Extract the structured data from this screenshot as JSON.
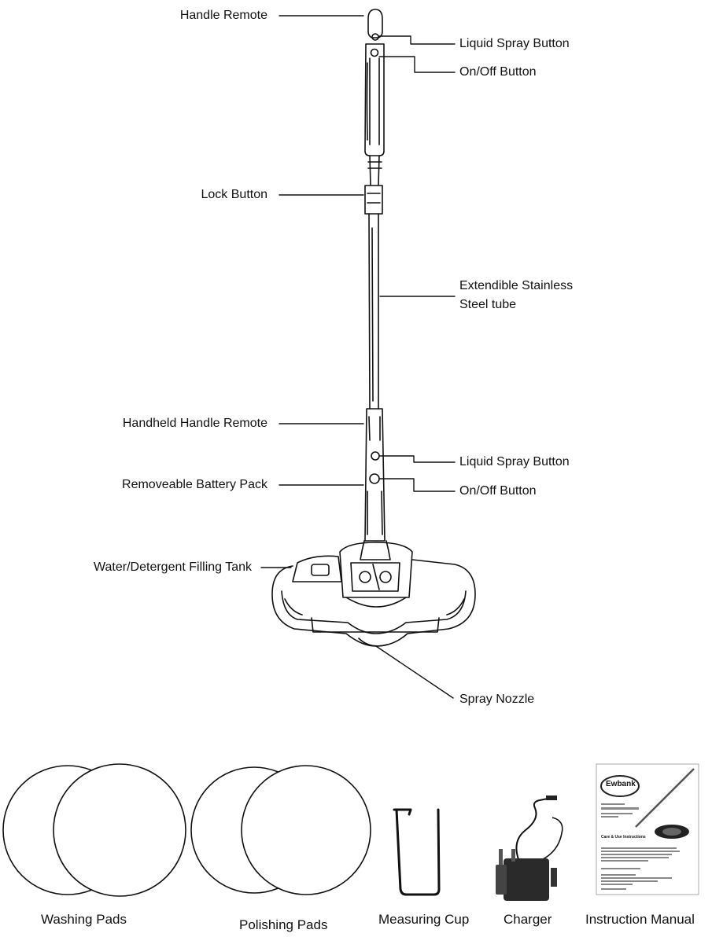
{
  "callouts": {
    "handle_remote": "Handle Remote",
    "liquid_spray_top": "Liquid Spray Button",
    "on_off_top": "On/Off Button",
    "lock_button": "Lock Button",
    "tube_line1": "Extendible Stainless",
    "tube_line2": "Steel tube",
    "handheld_remote": "Handheld Handle Remote",
    "liquid_spray_bottom": "Liquid Spray Button",
    "battery_pack": "Removeable Battery Pack",
    "on_off_bottom": "On/Off Button",
    "filling_tank": "Water/Detergent Filling Tank",
    "spray_nozzle": "Spray Nozzle"
  },
  "accessories": {
    "washing_pads": "Washing Pads",
    "polishing_pads": "Polishing Pads",
    "measuring_cup": "Measuring Cup",
    "charger": "Charger",
    "instruction_manual": "Instruction Manual"
  },
  "manual_cover": {
    "brand": "Ewbank",
    "care_heading": "Care & Use Instructions"
  },
  "icons": {
    "mop": "floor-polisher-illustration",
    "pad": "round-pad-icon",
    "cup": "measuring-cup-icon",
    "charger": "wall-charger-icon",
    "manual": "manual-booklet-icon"
  }
}
